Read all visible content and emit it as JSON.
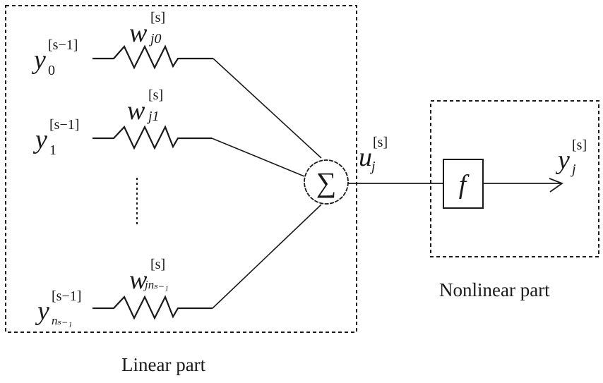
{
  "diagram": {
    "title": "Neuron model: linear part and nonlinear part",
    "groups": [
      {
        "id": "linear",
        "caption": "Linear part"
      },
      {
        "id": "nonlinear",
        "caption": "Nonlinear part"
      }
    ],
    "inputs": [
      {
        "base": "y",
        "sub": "0",
        "sup": "[s−1]",
        "weight": {
          "base": "w",
          "sub": "j0",
          "sup": "[s]"
        }
      },
      {
        "base": "y",
        "sub": "1",
        "sup": "[s−1]",
        "weight": {
          "base": "w",
          "sub": "j1",
          "sup": "[s]"
        }
      },
      {
        "base": "y",
        "sub": "nₛ₋₁",
        "sup": "[s−1]",
        "weight": {
          "base": "w",
          "sub": "jnₛ₋₁",
          "sup": "[s]"
        }
      }
    ],
    "ellipsis": "⋮",
    "summation": {
      "symbol": "∑"
    },
    "net_input": {
      "base": "u",
      "sub": "j",
      "sup": "[s]"
    },
    "activation": {
      "symbol": "f"
    },
    "output": {
      "base": "y",
      "sub": "j",
      "sup": "[s]"
    },
    "edges": [
      {
        "from": "input-0",
        "to": "summation"
      },
      {
        "from": "input-1",
        "to": "summation"
      },
      {
        "from": "input-n",
        "to": "summation"
      },
      {
        "from": "summation",
        "to": "activation"
      },
      {
        "from": "activation",
        "to": "output"
      }
    ],
    "colors": {
      "stroke": "#1a1a1a",
      "background": "#ffffff"
    }
  }
}
